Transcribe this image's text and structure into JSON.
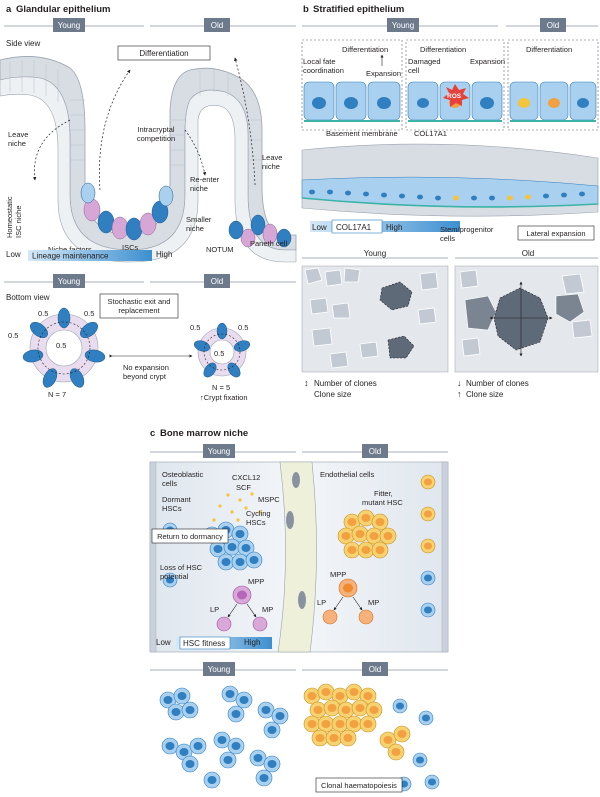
{
  "panel_a": {
    "letter": "a",
    "title": "Glandular epithelium",
    "young": "Young",
    "old": "Old",
    "side_view": "Side view",
    "differentiation": "Differentiation",
    "leave_niche_left": "Leave niche",
    "intracryptal_competition": "Intracryptal competition",
    "reenter_niche": "Re-enter niche",
    "leave_niche_right": "Leave niche",
    "homeostatic_isc_niche": "Homeostatic ISC niche",
    "smaller_niche": "Smaller niche",
    "niche_factors": "Niche factors",
    "iscs": "ISCs",
    "notum": "NOTUM",
    "paneth_cell": "Paneth cell",
    "low": "Low",
    "lineage_maintenance": "Lineage maintenance",
    "high": "High",
    "bottom_view": "Bottom view",
    "young2": "Young",
    "old2": "Old",
    "stochastic_exit": "Stochastic exit and replacement",
    "no_expansion": "No expansion beyond crypt",
    "n7": "N = 7",
    "n5": "N = 5",
    "crypt_fixation": "↑Crypt fixation",
    "half": "0.5"
  },
  "panel_b": {
    "letter": "b",
    "title": "Stratified epithelium",
    "young": "Young",
    "old": "Old",
    "local_fate": "Local fate coordination",
    "differentiation1": "Differentiation",
    "expansion1": "Expansion",
    "differentiation2": "Differentiation",
    "damaged_cell": "Damaged cell",
    "expansion2": "Expansion",
    "ros": "ROS",
    "differentiation3": "Differentiation",
    "basement_membrane": "Basement membrane",
    "col17a1": "COL17A1",
    "low": "Low",
    "col17a1_bar": "COL17A1",
    "high": "High",
    "stem_progenitor": "Stem/progenitor cells",
    "lateral_expansion": "Lateral expansion",
    "young2": "Young",
    "old2": "Old",
    "young_clones": "Number of clones",
    "young_size": "Clone size",
    "old_clones": "Number of clones",
    "old_size": "Clone size",
    "arrow_updown": "↕",
    "arrow_down": "↓",
    "arrow_up": "↑"
  },
  "panel_c": {
    "letter": "c",
    "title": "Bone marrow niche",
    "young": "Young",
    "old": "Old",
    "osteoblastic": "Osteoblastic cells",
    "cxcl12": "CXCL12",
    "scf": "SCF",
    "dormant": "Dormant HSCs",
    "mspc": "MSPC",
    "return_dormancy": "Return to dormancy",
    "cycling": "Cycling HSCs",
    "loss_hsc": "Loss of HSC potential",
    "mpp": "MPP",
    "lp": "LP",
    "mp": "MP",
    "endothelial": "Endothelial cells",
    "fitter": "Fitter, mutant HSC",
    "mpp_old": "MPP",
    "lp_old": "LP",
    "mp_old": "MP",
    "low": "Low",
    "hsc_fitness": "HSC fitness",
    "high": "High",
    "young2": "Young",
    "old2": "Old",
    "clonal": "Clonal haematopoiesis"
  },
  "colors": {
    "pill": "#6d7a8c",
    "cell_blue": "#2f7fc1",
    "cell_light": "#a9d0ee",
    "isc_pink": "#d6a6d6",
    "orange": "#f3a040",
    "yellow": "#f4c43a",
    "purple": "#b667b8"
  }
}
